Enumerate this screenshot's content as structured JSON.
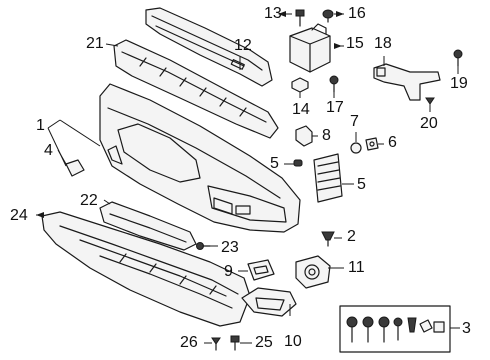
{
  "diagram": {
    "callouts": [
      {
        "id": "c1",
        "text": "1"
      },
      {
        "id": "c2",
        "text": "2"
      },
      {
        "id": "c3",
        "text": "3"
      },
      {
        "id": "c4",
        "text": "4"
      },
      {
        "id": "c5a",
        "text": "5"
      },
      {
        "id": "c5b",
        "text": "5"
      },
      {
        "id": "c6",
        "text": "6"
      },
      {
        "id": "c7",
        "text": "7"
      },
      {
        "id": "c8",
        "text": "8"
      },
      {
        "id": "c9",
        "text": "9"
      },
      {
        "id": "c10",
        "text": "10"
      },
      {
        "id": "c11",
        "text": "11"
      },
      {
        "id": "c12",
        "text": "12"
      },
      {
        "id": "c13",
        "text": "13"
      },
      {
        "id": "c14",
        "text": "14"
      },
      {
        "id": "c15",
        "text": "15"
      },
      {
        "id": "c16",
        "text": "16"
      },
      {
        "id": "c17",
        "text": "17"
      },
      {
        "id": "c18",
        "text": "18"
      },
      {
        "id": "c19",
        "text": "19"
      },
      {
        "id": "c20",
        "text": "20"
      },
      {
        "id": "c21",
        "text": "21"
      },
      {
        "id": "c22",
        "text": "22"
      },
      {
        "id": "c23",
        "text": "23"
      },
      {
        "id": "c24",
        "text": "24"
      },
      {
        "id": "c25",
        "text": "25"
      },
      {
        "id": "c26",
        "text": "26"
      }
    ]
  }
}
